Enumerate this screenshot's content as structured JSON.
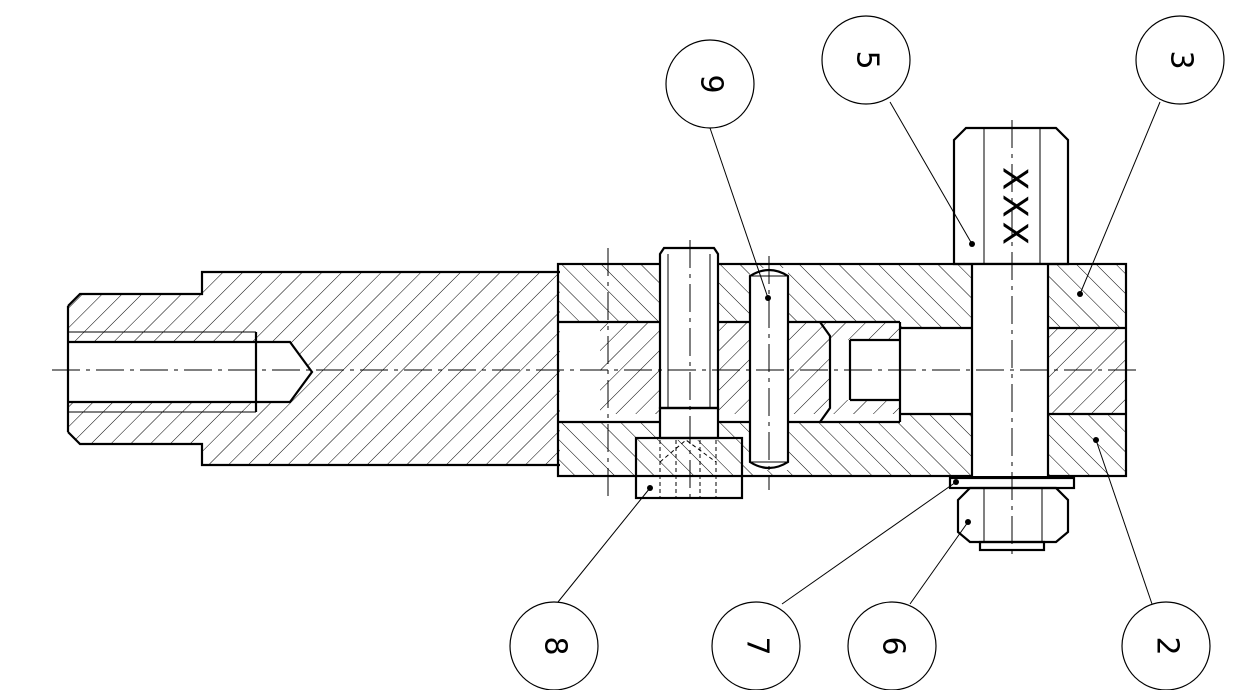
{
  "drawing": {
    "bolt_head_mark": "XXX",
    "balloons": [
      {
        "id": "balloon-9",
        "label": "9"
      },
      {
        "id": "balloon-5",
        "label": "5"
      },
      {
        "id": "balloon-3",
        "label": "3"
      },
      {
        "id": "balloon-8",
        "label": "8"
      },
      {
        "id": "balloon-7",
        "label": "7"
      },
      {
        "id": "balloon-6",
        "label": "6"
      },
      {
        "id": "balloon-2",
        "label": "2"
      }
    ]
  }
}
